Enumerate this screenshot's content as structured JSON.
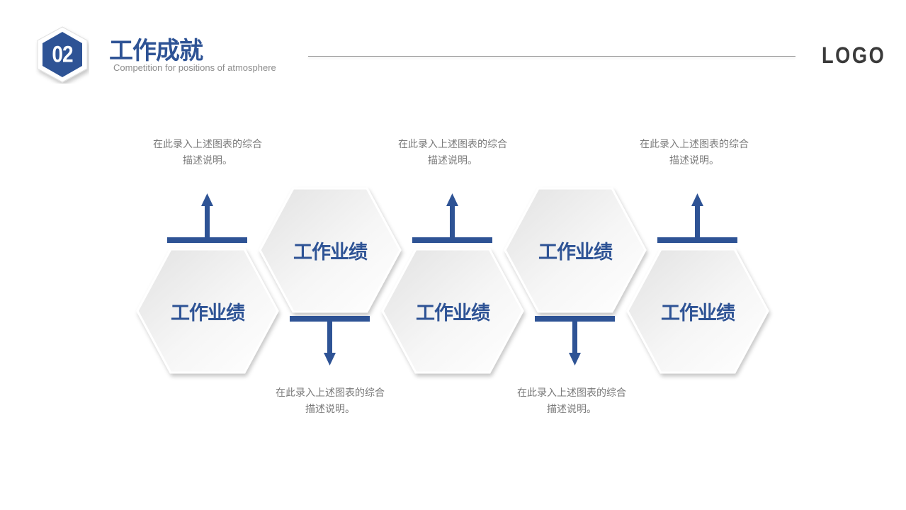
{
  "header": {
    "section_number": "02",
    "title": "工作成就",
    "subtitle": "Competition for positions of atmosphere",
    "logo": "LOGO"
  },
  "colors": {
    "accent": "#2e5395",
    "hex_fill_light": "#ffffff",
    "hex_fill_dark": "#e3e3e3",
    "desc_text": "#7a7a7a",
    "rule": "#9a9a9a"
  },
  "diagram": {
    "hexagons": [
      {
        "label": "工作业绩",
        "row": "bottom"
      },
      {
        "label": "工作业绩",
        "row": "top"
      },
      {
        "label": "工作业绩",
        "row": "bottom"
      },
      {
        "label": "工作业绩",
        "row": "top"
      },
      {
        "label": "工作业绩",
        "row": "bottom"
      }
    ],
    "descriptions": [
      {
        "line1": "在此录入上述图表的综合",
        "line2": "描述说明。",
        "position": "top",
        "arrow": "up-arrow"
      },
      {
        "line1": "在此录入上述图表的综合",
        "line2": "描述说明。",
        "position": "bottom",
        "arrow": "down-arrow"
      },
      {
        "line1": "在此录入上述图表的综合",
        "line2": "描述说明。",
        "position": "top",
        "arrow": "up-arrow"
      },
      {
        "line1": "在此录入上述图表的综合",
        "line2": "描述说明。",
        "position": "bottom",
        "arrow": "down-arrow"
      },
      {
        "line1": "在此录入上述图表的综合",
        "line2": "描述说明。",
        "position": "top",
        "arrow": "up-arrow"
      }
    ]
  }
}
